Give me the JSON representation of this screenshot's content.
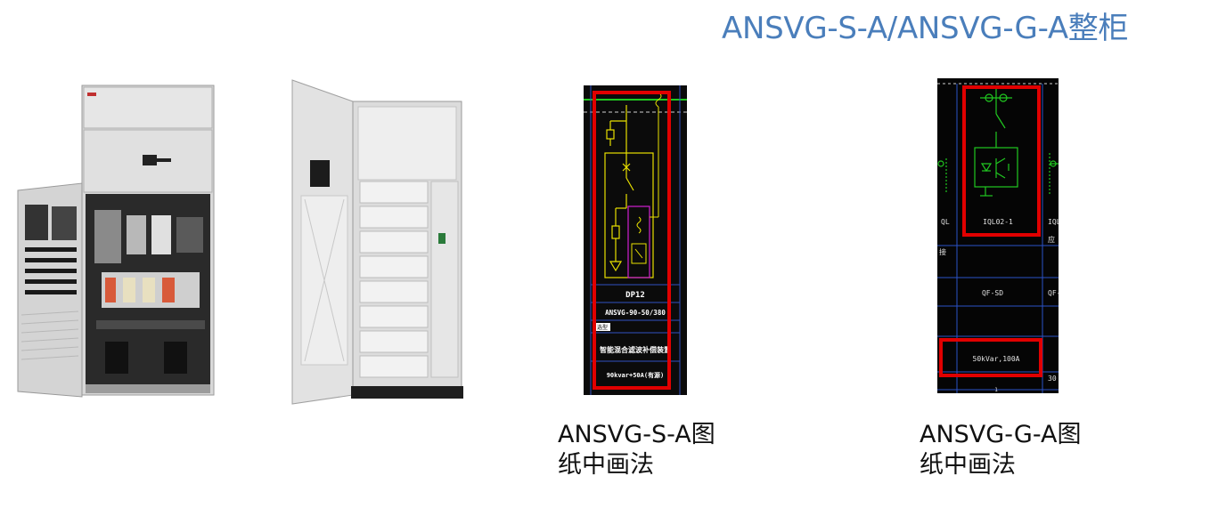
{
  "slide": {
    "title": "ANSVG-S-A/ANSVG-G-A整柜",
    "caption_left": [
      "ANSVG-S-A图",
      "纸中画法"
    ],
    "caption_right": [
      "ANSVG-G-A图",
      "纸中画法"
    ]
  },
  "drawing_s": {
    "device_code": "DP12",
    "model": "ANSVG-90-50/380",
    "tag": "选型",
    "device_name": "智能混合滤波补偿装置",
    "rating": "90kvar+50A(有源)"
  },
  "drawing_g": {
    "col_left": "QL",
    "col_center": "IQL02-1",
    "col_right": "IQL",
    "col_right_sub": "应",
    "side_note": "接",
    "breaker_center": "QF-SD",
    "breaker_right": "QF-",
    "rating": "50kVar,100A",
    "qty_right": "30",
    "row_num": "1"
  },
  "colors": {
    "title": "#4a7ebb",
    "highlight": "#e10000",
    "cad_bg": "#0b0b0b",
    "cad_yellow": "#e8e000",
    "cad_green": "#20c820"
  }
}
